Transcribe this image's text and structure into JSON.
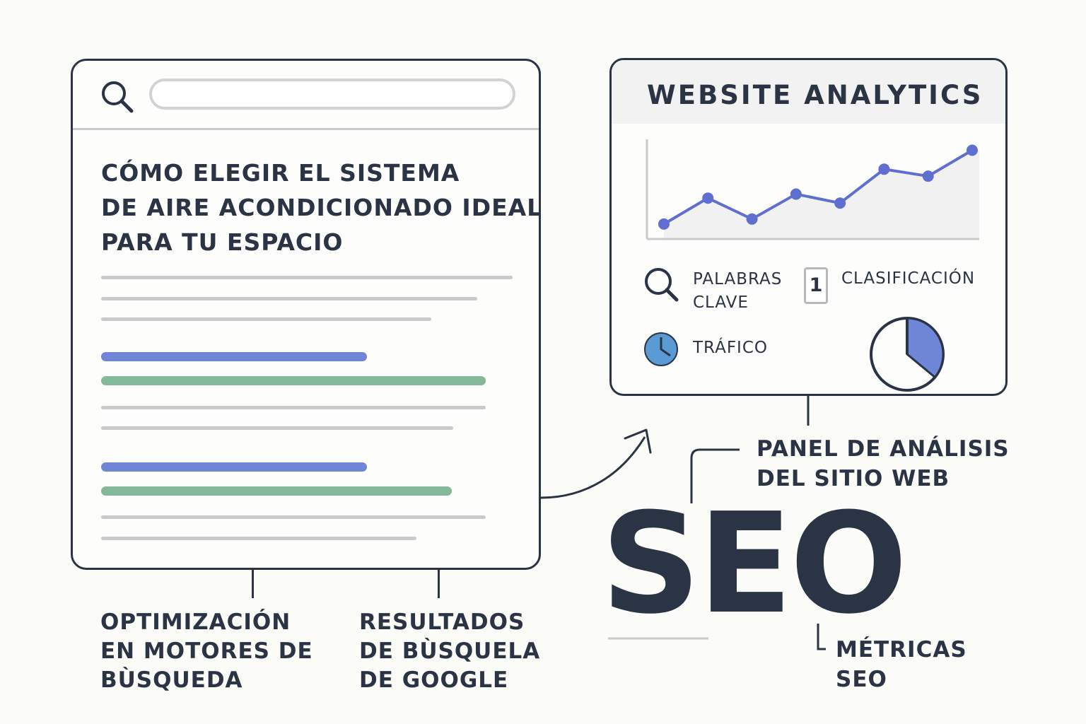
{
  "article": {
    "title_lines": [
      "CÓMO ELEGIR EL SISTEMA",
      "DE AIRE ACONDICIONADO IDEAL",
      "PARA TU ESPACIO"
    ]
  },
  "analytics": {
    "title": "WEBSITE ANALYTICS",
    "metrics": {
      "keywords_line1": "PALABRAS",
      "keywords_line2": "CLAVE",
      "rank_number": "1",
      "ranking": "CLASIFICACIÓN",
      "traffic": "TRÁFICO"
    },
    "pie_fraction": 0.36
  },
  "chart_data": {
    "type": "line",
    "x": [
      1,
      2,
      3,
      4,
      5,
      6,
      7,
      8
    ],
    "values": [
      0.15,
      0.41,
      0.2,
      0.45,
      0.36,
      0.7,
      0.63,
      0.89
    ],
    "title": "",
    "xlabel": "",
    "ylabel": "",
    "ylim": [
      0,
      1
    ],
    "color": "#5f6fd0",
    "grid": false
  },
  "captions": {
    "seo_opt": [
      "OPTIMIZACIÓN",
      "EN MOTORES DE",
      "BÙSQUEDA"
    ],
    "google": [
      "RESULTADOS",
      "DE BÙSQUELA",
      "DE GOOGLE"
    ],
    "panel": [
      "PANEL DE ANÁLISIS",
      "DEL SITIO WEB"
    ],
    "metrics": [
      "MÉTRICAS",
      "SEO"
    ]
  },
  "seo_word": "SEO",
  "colors": {
    "ink": "#2b3445",
    "accent_blue": "#6f86d6",
    "accent_green": "#83b99a",
    "traffic_blue": "#5b9bd5",
    "divider_gray": "#c9cacc"
  }
}
